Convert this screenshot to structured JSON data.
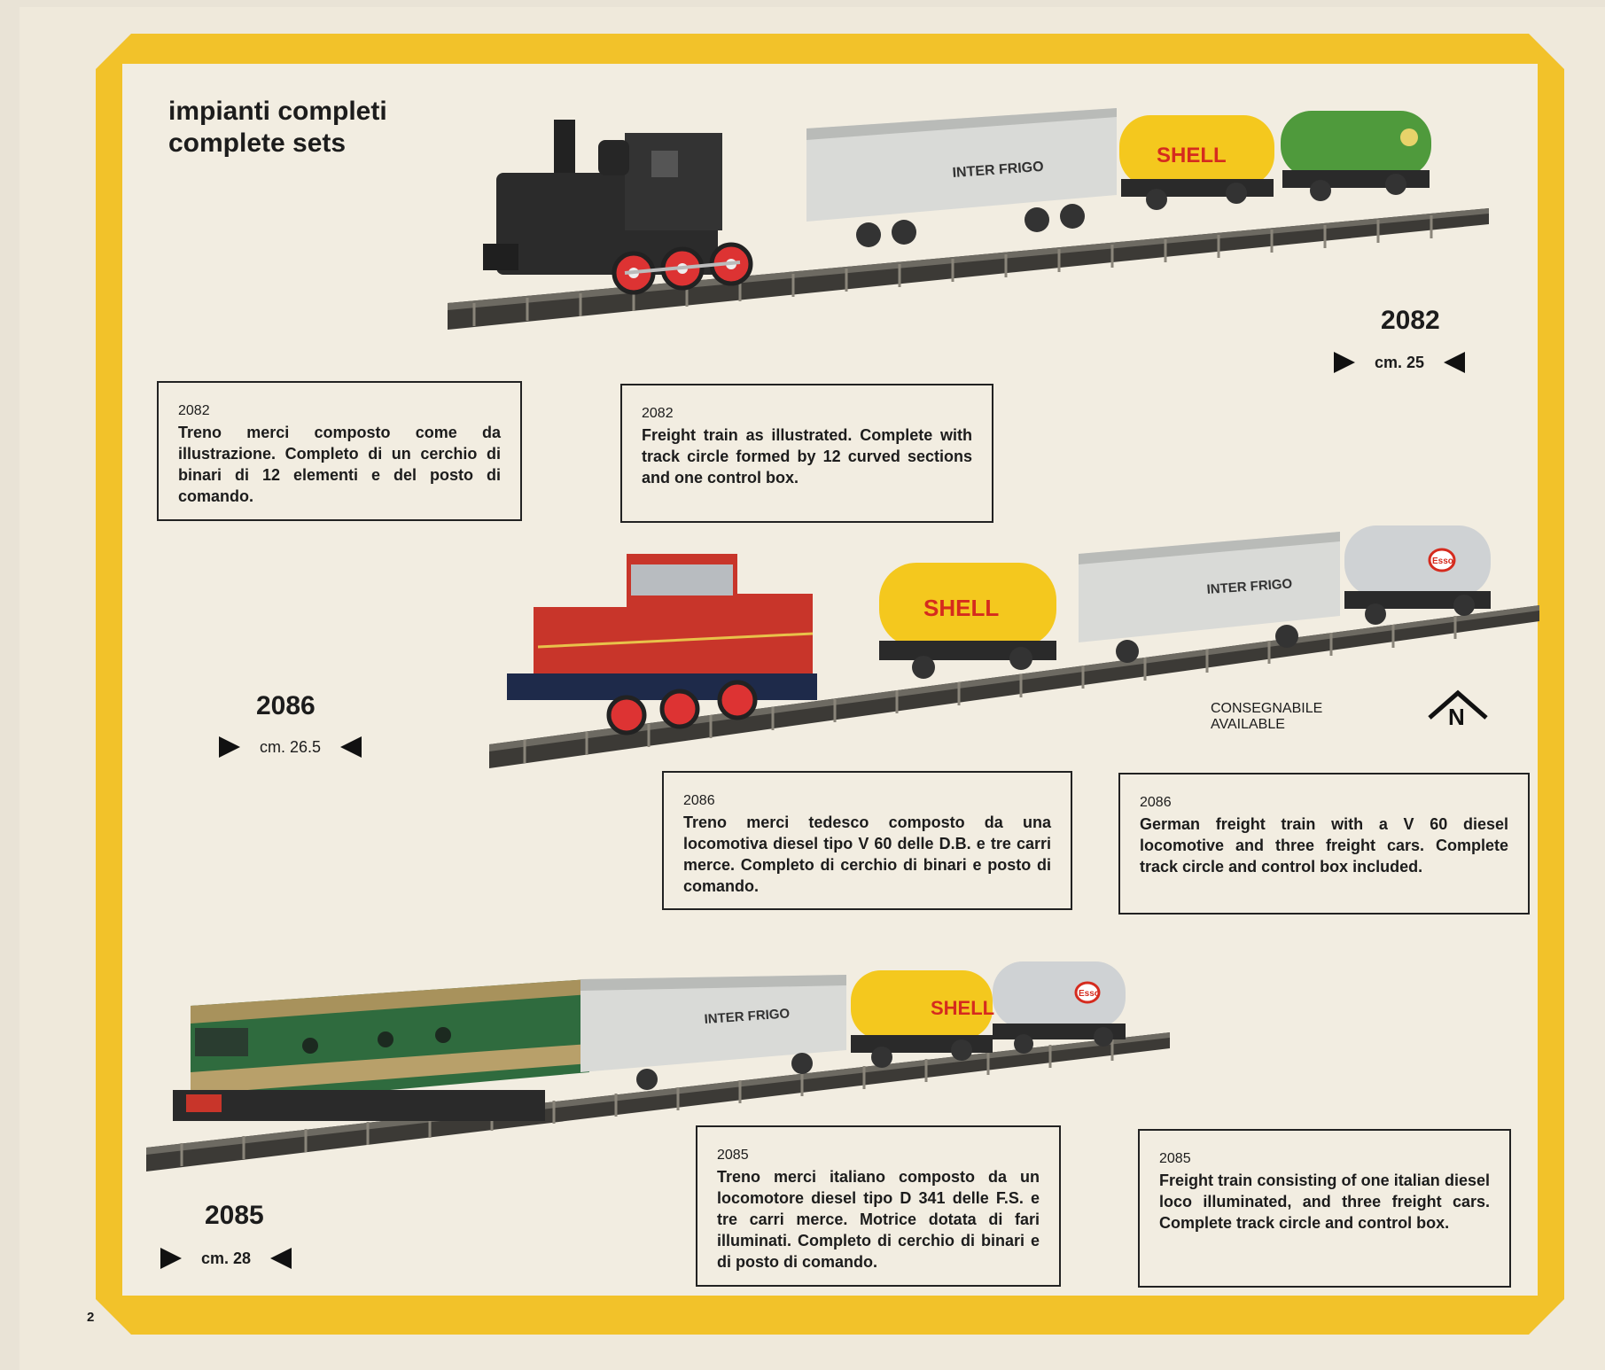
{
  "heading": {
    "line1": "impianti completi",
    "line2": "complete sets"
  },
  "sets": [
    {
      "code": "2082",
      "length": "cm. 25",
      "it_code": "2082",
      "it_text": "Treno merci composto come da illustrazione. Completo di un cerchio di binari di 12 elementi e del posto di comando.",
      "en_code": "2082",
      "en_text": "Freight train as illustrated. Complete with track circle formed by 12 curved sections and one control box."
    },
    {
      "code": "2086",
      "length": "cm. 26.5",
      "it_code": "2086",
      "it_text": "Treno merci tedesco composto da una locomotiva diesel tipo V 60 delle D.B. e tre carri merce. Completo di cerchio di binari e posto di comando.",
      "en_code": "2086",
      "en_text": "German freight train with a V 60 diesel locomotive and three freight cars. Complete track circle and control box included."
    },
    {
      "code": "2085",
      "length": "cm. 28",
      "it_code": "2085",
      "it_text": "Treno merci italiano composto da un locomotore diesel tipo D 341 delle F.S. e tre carri merce. Motrice dotata di fari illuminati. Completo di cerchio di binari e di posto di comando.",
      "en_code": "2085",
      "en_text": "Freight train consisting of one italian diesel loco illuminated, and three freight cars. Complete track circle and control box."
    }
  ],
  "available": {
    "line1": "CONSEGNABILE",
    "line2": "AVAILABLE"
  },
  "n_logo_letter": "N",
  "car_labels": {
    "interfrigo": "INTER FRIGO",
    "shell": "SHELL",
    "esso": "Esso"
  },
  "page_number": "2",
  "colors": {
    "frame_yellow": "#f2c22a",
    "paper": "#f2ede1",
    "steam_loco": "#2b2b2b",
    "diesel_red": "#c8352a",
    "diesel_green": "#2f6b3e",
    "shell_yellow": "#f4c81e",
    "bp_green": "#4f9a3c",
    "silver": "#cfd2d4"
  }
}
